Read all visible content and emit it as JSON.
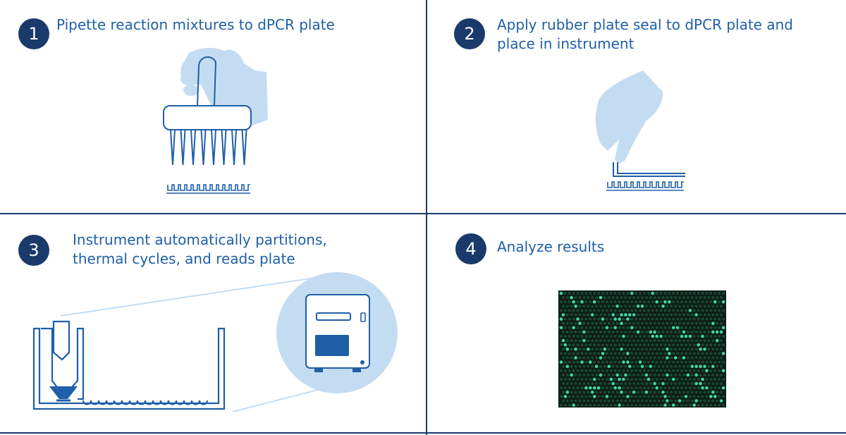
{
  "steps": [
    {
      "number": "1",
      "lines": [
        "Pipette reaction mixtures to dPCR plate"
      ]
    },
    {
      "number": "2",
      "lines": [
        "Apply rubber plate seal to dPCR plate and",
        "place in instrument"
      ]
    },
    {
      "number": "3",
      "lines": [
        "Instrument automatically partitions,",
        "thermal cycles, and reads plate"
      ]
    },
    {
      "number": "4",
      "lines": [
        "Analyze results"
      ]
    }
  ],
  "colors": {
    "navy": "#1a3a6b",
    "text_blue": "#1f5fa8",
    "line_blue": "#1f5fa8",
    "glove": "#c4dcf2",
    "results_bg": "#0c1f17",
    "droplet_dim": "#1d4a37",
    "droplet_bright": "#3fd6a4"
  },
  "icons": [
    "pipette-icon",
    "glove-hand-icon",
    "plate-icon",
    "plate-seal-icon",
    "partition-chip-icon",
    "instrument-icon",
    "droplet-array-icon"
  ]
}
